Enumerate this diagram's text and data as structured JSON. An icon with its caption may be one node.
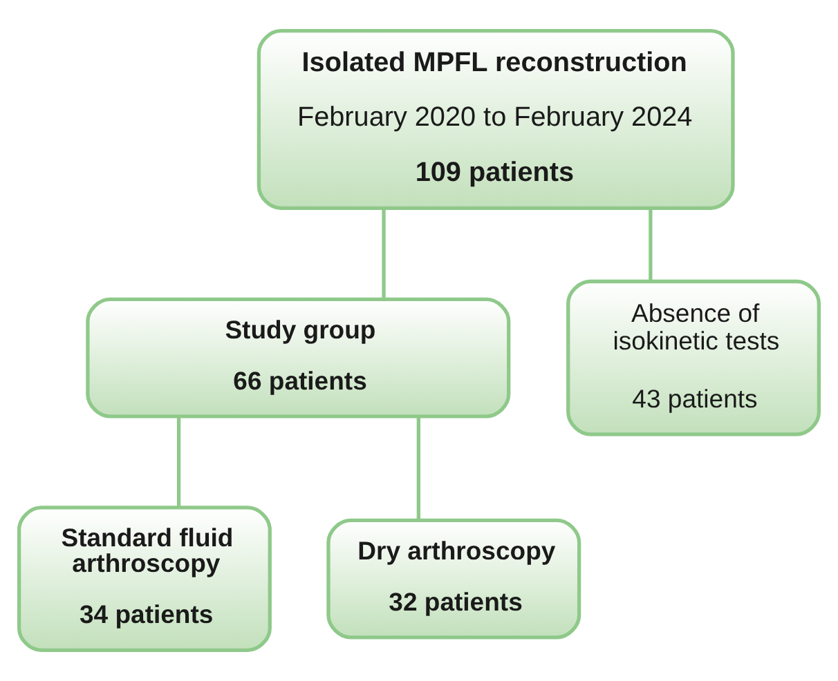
{
  "diagram": {
    "nodes": [
      {
        "text": [
          "Isolated MPFL reconstruction",
          "February 2020 to February 2024",
          "109 patients"
        ]
      },
      {
        "text": [
          "Study group",
          "66 patients"
        ]
      },
      {
        "text": [
          "Absence of isokinetic tests",
          "43 patients"
        ]
      },
      {
        "text": [
          "Standard fluid arthroscopy",
          "34 patients"
        ]
      },
      {
        "text": [
          "Dry arthroscopy",
          "32 patients"
        ]
      }
    ],
    "edges": [
      {
        "from": 0,
        "to": 1,
        "arrow": "none"
      },
      {
        "from": 0,
        "to": 2,
        "arrow": "none"
      },
      {
        "from": 1,
        "to": 3,
        "arrow": "none"
      },
      {
        "from": 1,
        "to": 4,
        "arrow": "none"
      }
    ]
  }
}
